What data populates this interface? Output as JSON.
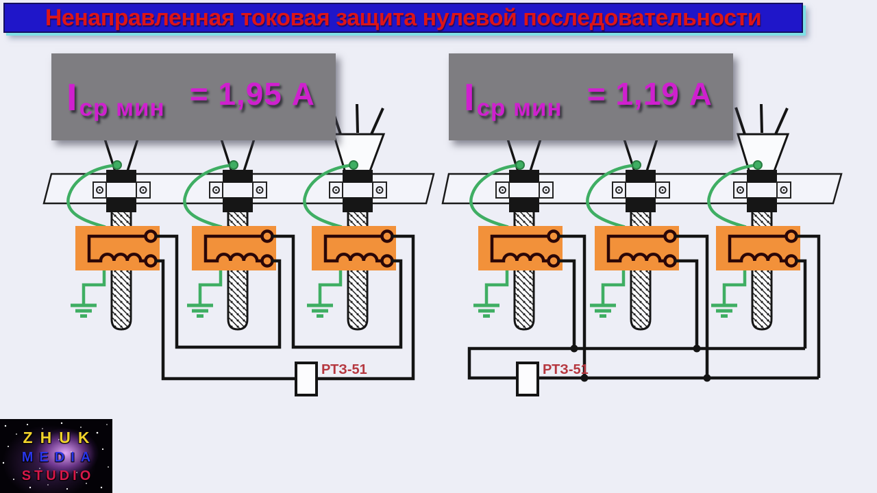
{
  "title": {
    "text": "Ненаправленная токовая защита нулевой последовательности"
  },
  "formulas": [
    {
      "symbol": "I",
      "subscript": "ср мин",
      "value": "= 1,95 А"
    },
    {
      "symbol": "I",
      "subscript": "ср мин",
      "value": "= 1,19 А"
    }
  ],
  "relays": [
    {
      "label": "РТЗ-51"
    },
    {
      "label": "РТЗ-51"
    }
  ],
  "logo": {
    "lines": [
      {
        "text": "ZHUK",
        "color": "#f0d22b"
      },
      {
        "text": "MEDIA",
        "color": "#2a35e8"
      },
      {
        "text": "STUDIO",
        "color": "#d6184a"
      }
    ]
  },
  "colors": {
    "title_bg": "#1f16c9",
    "title_text": "#dc1518",
    "title_glow": "#7fe0e6",
    "formula_box_bg": "#7e7d81",
    "formula_text": "#cf20ce",
    "secondary_winding_box": "#f2913a",
    "ground_wire_green": "#3fae63",
    "relay_label_red": "#b5373f",
    "wire_black": "#141414",
    "background": "#edeef6"
  }
}
